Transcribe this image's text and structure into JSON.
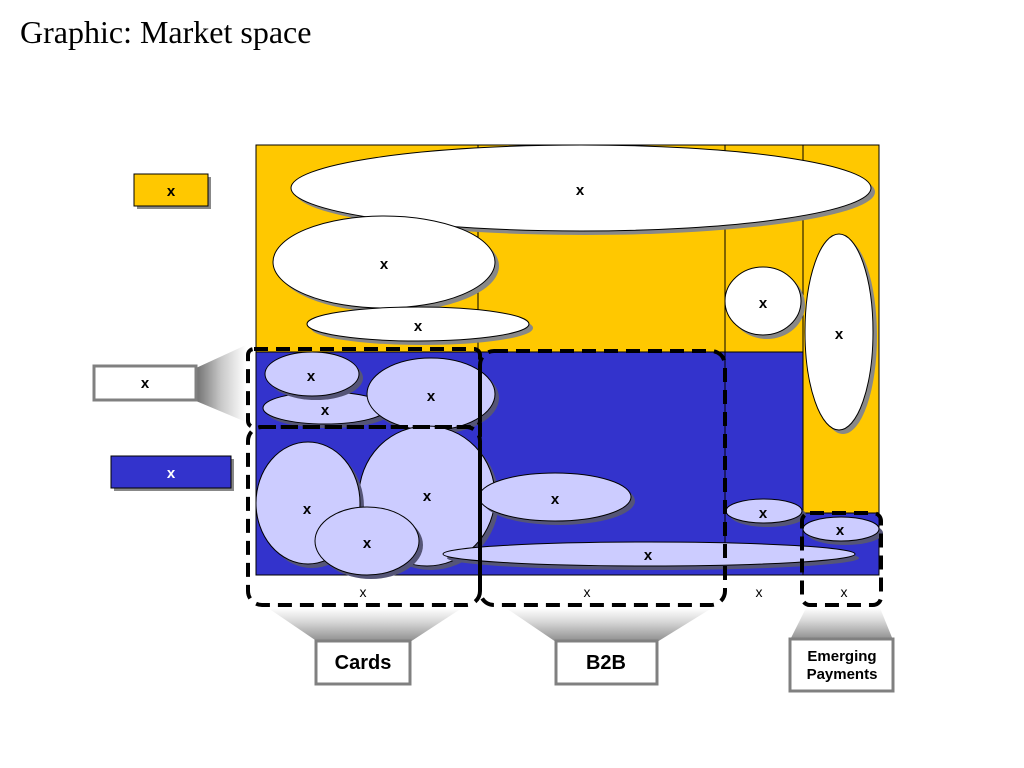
{
  "title": "Graphic: Market space",
  "colors": {
    "yellow": "#FFC800",
    "blue": "#3333CC",
    "lavender": "#CCCCFF",
    "white": "#FFFFFF",
    "shadow": "#888888",
    "callout_border": "#808080"
  },
  "legend": {
    "yellow_label": "x",
    "white_label": "x",
    "blue_label": "x"
  },
  "ellipses": {
    "top_wide": "x",
    "top_left_large": "x",
    "top_left_small": "x",
    "col3_circle": "x",
    "col4_tall": "x",
    "cards_upper_1": "x",
    "cards_upper_2": "x",
    "cards_upper_3": "x",
    "cards_lower_1": "x",
    "cards_lower_2": "x",
    "cards_lower_3": "x",
    "b2b_oval": "x",
    "col3_blue_oval": "x",
    "col4_blue_oval": "x",
    "bottom_long": "x"
  },
  "columns": {
    "col1": "x",
    "col2": "x",
    "col3": "x",
    "col4": "x"
  },
  "callouts": {
    "cards": "Cards",
    "b2b": "B2B",
    "emerging_line1": "Emerging",
    "emerging_line2": "Payments"
  }
}
